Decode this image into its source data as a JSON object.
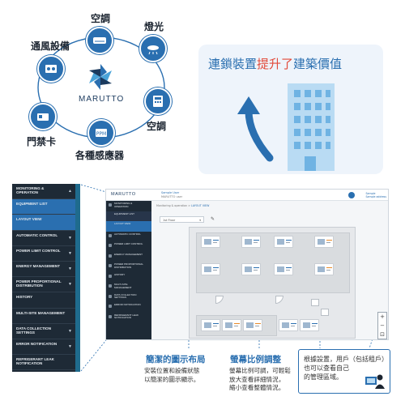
{
  "diagram": {
    "nodes": {
      "aircon_top": "空調",
      "lighting": "燈光",
      "ventilation": "通風設備",
      "aircon_right": "空調",
      "access_card": "門禁卡",
      "sensors": "各種感應器"
    },
    "logo_text": "MARUTTO",
    "icons": [
      "aircon-icon",
      "light-icon",
      "ventilation-icon",
      "aircon-panel-icon",
      "card-reader-icon",
      "sensor-icon"
    ],
    "accent_color": "#2a6fb0"
  },
  "callout": {
    "title_before": "連鎖裝置",
    "title_highlight": "提升了",
    "title_after": "建築價值",
    "icons": [
      "curved-arrow-icon",
      "building-icon"
    ]
  },
  "sidebar": {
    "items": [
      {
        "label": "MONITORING & OPERATION",
        "arrow": "▲"
      },
      {
        "label": "EQUIPMENT LIST",
        "arrow": ""
      },
      {
        "label": "LAYOUT VIEW",
        "arrow": ""
      },
      {
        "label": "AUTOMATIC CONTROL",
        "arrow": "▼"
      },
      {
        "label": "POWER LIMIT CONTROL",
        "arrow": "▼"
      },
      {
        "label": "ENERGY MANAGEMENT",
        "arrow": "▼"
      },
      {
        "label": "POWER PROPORTIONAL DISTRIBUTION",
        "arrow": "▼"
      },
      {
        "label": "HISTORY",
        "arrow": ""
      },
      {
        "label": "MULTI-SITE MANAGEMENT",
        "arrow": ""
      },
      {
        "label": "DATA COLLECTION SETTINGS",
        "arrow": "▼"
      },
      {
        "label": "ERROR NOTIFICATION",
        "arrow": "▼"
      },
      {
        "label": "REFRIGERANT LEAK NOTIFICATION",
        "arrow": ""
      }
    ]
  },
  "app": {
    "brand": "MARUTTO",
    "user_name": "Sample User",
    "user_role": "MARUTTO user",
    "top_right_line1": "Sample",
    "top_right_line2": "Sample address",
    "breadcrumb_prefix": "Monitoring & operation",
    "breadcrumb_current": "LAYOUT VIEW",
    "floor_select": "1st Floor",
    "edit_icon": "✎",
    "zoom_in": "+",
    "zoom_out": "−",
    "zoom_fit": "⊡",
    "sidenav": [
      "MONITORING & OPERATION",
      "EQUIPMENT LIST",
      "LAYOUT VIEW",
      "AUTOMATIC CONTROL",
      "POWER LIMIT CONTROL",
      "ENERGY MANAGEMENT",
      "POWER PROPORTIONAL DISTRIBUTION",
      "HISTORY",
      "MULTI-SITE MANAGEMENT",
      "DATA COLLECTION SETTINGS",
      "ERROR NOTIFICATION",
      "REFRIGERANT LEAK NOTIFICATION"
    ]
  },
  "captions": {
    "layout": {
      "title": "簡潔的圖示布局",
      "line1": "安裝位置和設備狀態",
      "line2": "以簡潔的圖示顯示。"
    },
    "zoom": {
      "title": "螢幕比例調整",
      "line1": "螢幕比例可調，可輕鬆",
      "line2": "放大查看詳細情況，",
      "line3": "縮小查看整體情況。"
    },
    "tenant": {
      "line1": "根據設置，用戶（包括租戶）",
      "line2": "也可以查看自己",
      "line3": "的管理區域。",
      "icon": "tenant-user-icon"
    }
  }
}
